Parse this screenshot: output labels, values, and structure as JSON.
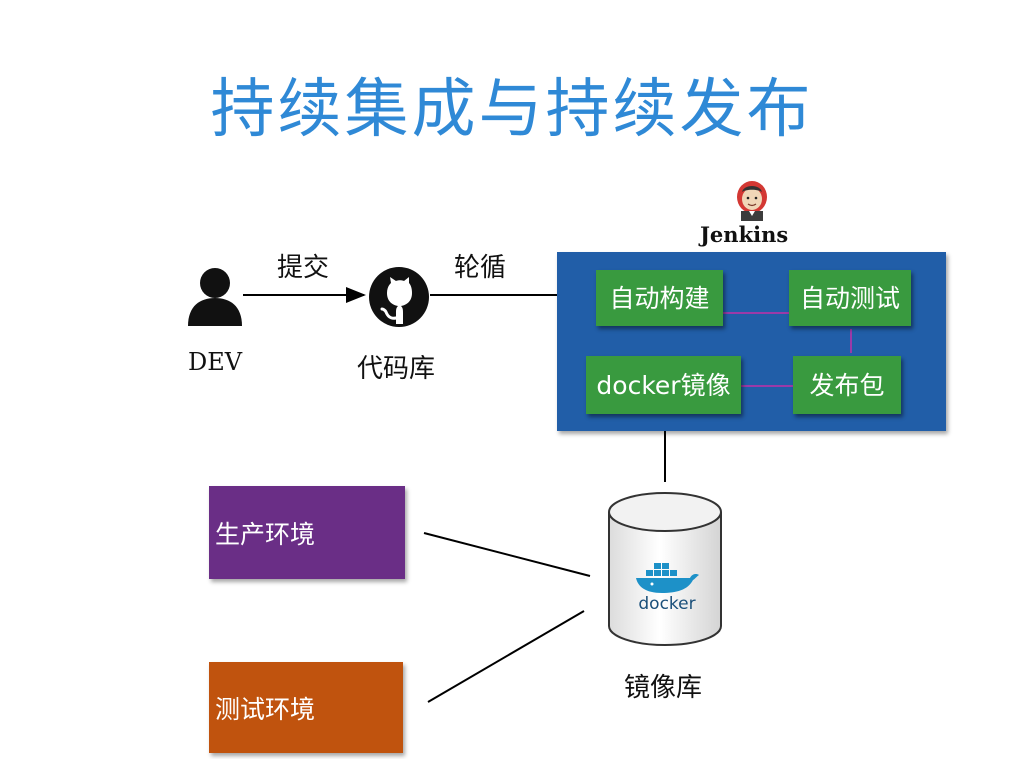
{
  "title": "持续集成与持续发布",
  "dev": {
    "label": "DEV"
  },
  "repo": {
    "label": "代码库"
  },
  "arrows": {
    "commit": "提交",
    "poll": "轮循"
  },
  "jenkins": {
    "brand": "Jenkins",
    "steps": [
      "自动构建",
      "自动测试",
      "docker镜像",
      "发布包"
    ]
  },
  "registry": {
    "label": "镜像库",
    "logo_text": "docker"
  },
  "environments": {
    "prod": "生产环境",
    "test": "测试环境"
  },
  "colors": {
    "title": "#2f89d6",
    "jenkins_panel": "#215ea8",
    "step_box": "#399a3f",
    "step_link": "#9b3aa8",
    "prod_env": "#6a2e86",
    "test_env": "#c0530e",
    "docker_blue": "#1d91c8"
  }
}
